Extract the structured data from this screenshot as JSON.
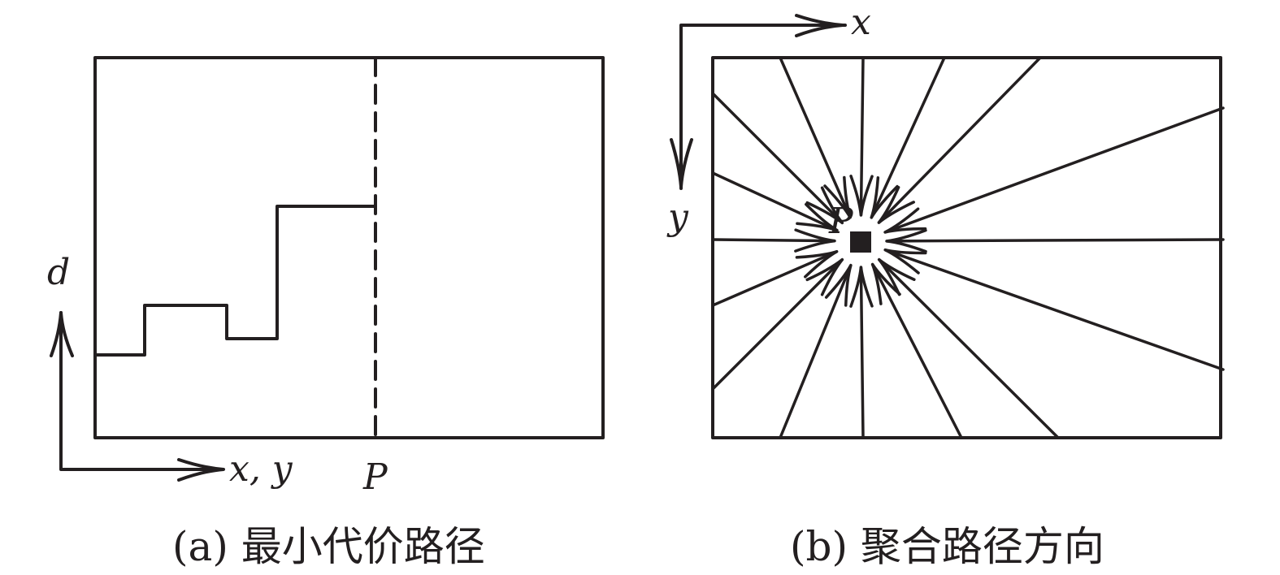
{
  "panel_a": {
    "axis_vertical_label": "d",
    "axis_horizontal_label": "x, y",
    "marker_label": "P",
    "caption": "(a) 最小代价路径"
  },
  "panel_b": {
    "axis_x_label": "x",
    "axis_y_label": "y",
    "center_label": "P",
    "caption": "(b) 聚合路径方向"
  },
  "colors": {
    "ink": "#231f20",
    "background": "#ffffff"
  }
}
